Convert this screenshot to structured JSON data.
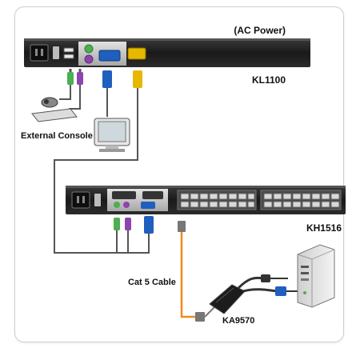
{
  "labels": {
    "ac_power": "(AC Power)",
    "kl1100": "KL1100",
    "external_console": "External Console",
    "kh1516": "KH1516",
    "cat5_cable": "Cat 5 Cable",
    "ka9570": "KA9570"
  },
  "colors": {
    "device_body": "#1c1c1c",
    "panel": "#bdbdbd",
    "ps2_green": "#4caf50",
    "ps2_purple": "#8e44ad",
    "vga_blue": "#1f5fbf",
    "db_yellow": "#e6b800",
    "cable_gray": "#555555",
    "cat5_orange": "#f08a1c"
  }
}
